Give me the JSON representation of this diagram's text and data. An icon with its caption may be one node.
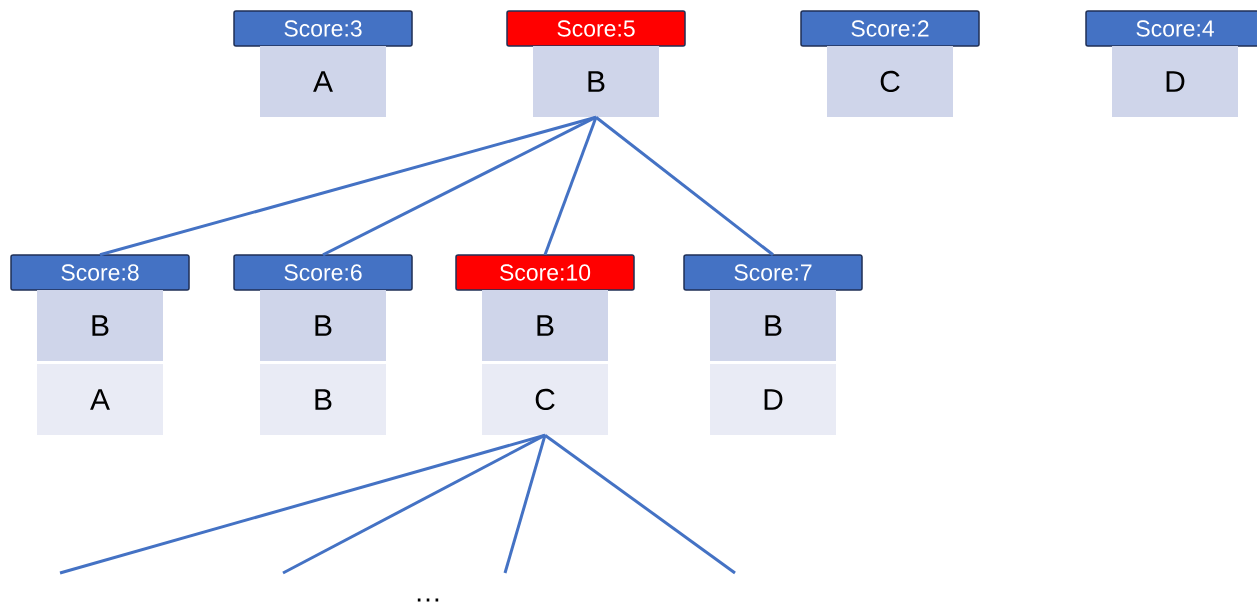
{
  "diagram": {
    "nodes": [
      {
        "text": [
          "Score:3",
          "A"
        ]
      },
      {
        "text": [
          "Score:5",
          "B"
        ]
      },
      {
        "text": [
          "Score:2",
          "C"
        ]
      },
      {
        "text": [
          "Score:4",
          "D"
        ]
      },
      {
        "text": [
          "Score:8",
          "B",
          "A"
        ]
      },
      {
        "text": [
          "Score:6",
          "B",
          "B"
        ]
      },
      {
        "text": [
          "Score:10",
          "B",
          "C"
        ]
      },
      {
        "text": [
          "Score:7",
          "B",
          "D"
        ]
      }
    ],
    "edges": [
      {
        "from": 1,
        "to": 4,
        "arrow": "none"
      },
      {
        "from": 1,
        "to": 5,
        "arrow": "none"
      },
      {
        "from": 1,
        "to": 6,
        "arrow": "none"
      },
      {
        "from": 1,
        "to": 7,
        "arrow": "none"
      },
      {
        "from": 6,
        "to": null,
        "arrow": "none"
      },
      {
        "from": 6,
        "to": null,
        "arrow": "none"
      },
      {
        "from": 6,
        "to": null,
        "arrow": "none"
      },
      {
        "from": 6,
        "to": null,
        "arrow": "none"
      }
    ],
    "labels": [
      "…"
    ]
  }
}
